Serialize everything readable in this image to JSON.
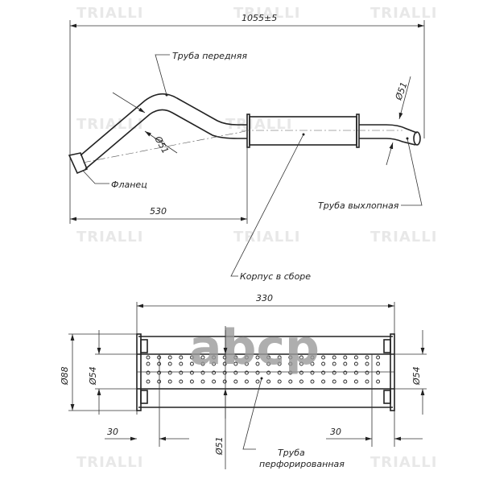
{
  "watermark": {
    "brand": "TRIALLI",
    "site": "abcp"
  },
  "main_view": {
    "overall_length": "1055±5",
    "front_length": "530",
    "front_pipe_diameter": "Ø51",
    "exhaust_pipe_diameter": "Ø51",
    "labels": {
      "front_pipe": "Труба передняя",
      "flange": "Фланец",
      "exhaust_pipe": "Труба выхлопная",
      "body_assembly": "Корпус в сборе"
    }
  },
  "section_view": {
    "length": "330",
    "outer_diameter": "Ø88",
    "inner_diameter_left": "Ø54",
    "inner_diameter_right": "Ø54",
    "left_offset": "30",
    "right_offset": "30",
    "pipe_diameter": "Ø51",
    "label_line1": "Труба",
    "label_line2": "перфорированная"
  }
}
